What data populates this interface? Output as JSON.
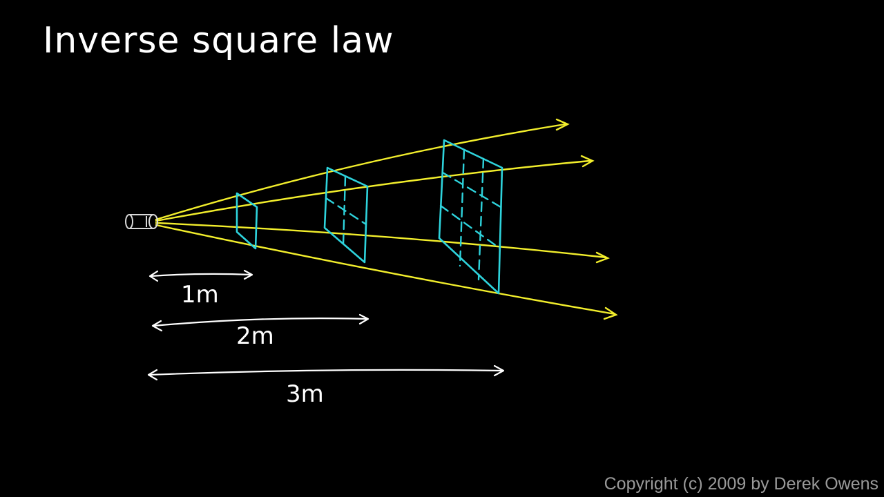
{
  "title": "Inverse square law",
  "distances": [
    {
      "label": "1m"
    },
    {
      "label": "2m"
    },
    {
      "label": "3m"
    }
  ],
  "footer": {
    "copyright": "Copyright (c) 2009 by Derek Owens"
  },
  "colors": {
    "background": "#000000",
    "rays": "#f2ee2c",
    "sheets": "#2ed3dc",
    "chalk": "#ffffff",
    "copyright": "#9a9a9a"
  },
  "icons": {
    "source": "light-source-icon"
  }
}
